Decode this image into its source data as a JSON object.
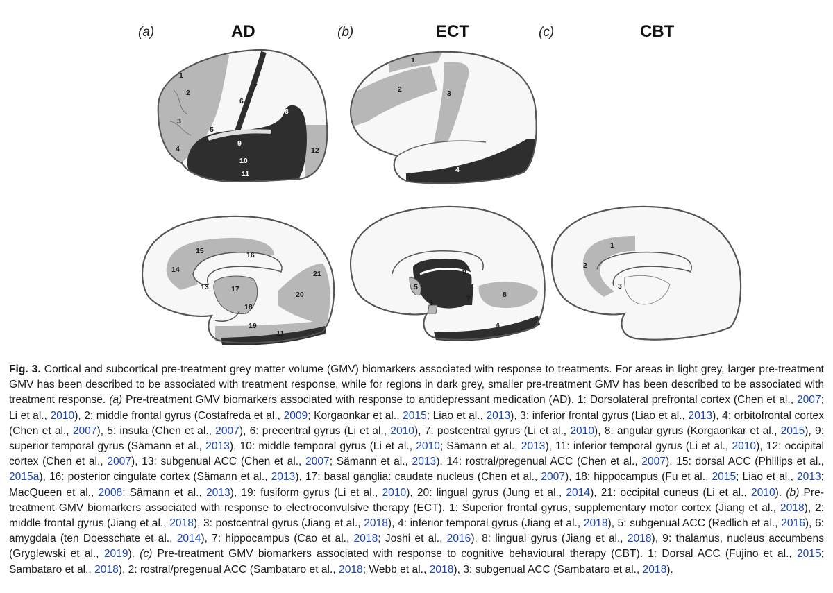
{
  "panels": [
    {
      "letter": "(a)",
      "title": "AD"
    },
    {
      "letter": "(b)",
      "title": "ECT"
    },
    {
      "letter": "(c)",
      "title": "CBT"
    }
  ],
  "region_labels": {
    "ad_lateral": [
      "1",
      "2",
      "3",
      "4",
      "5",
      "6",
      "7",
      "8",
      "9",
      "10",
      "11",
      "12"
    ],
    "ad_medial": [
      "14",
      "15",
      "16",
      "13",
      "17",
      "18",
      "19",
      "11",
      "20",
      "21"
    ],
    "ect_lateral": [
      "1",
      "2",
      "3",
      "4"
    ],
    "ect_medial": [
      "5",
      "6",
      "7",
      "8",
      "9",
      "4"
    ],
    "cbt_medial": [
      "1",
      "2",
      "3"
    ]
  },
  "colors": {
    "light_grey": "#b7b7b7",
    "dark_grey": "#2e2e2e",
    "outline": "#555555",
    "link": "#1a45b8"
  },
  "caption": {
    "fig_label": "Fig. 3.",
    "segments": [
      {
        "t": " Cortical and subcortical pre-treatment grey matter volume (GMV) biomarkers associated with response to treatments. For areas in light grey, larger pre-treatment GMV has been described to be associated with treatment response, while for regions in dark grey, smaller pre-treatment GMV has been described to be associated with treatment response. "
      },
      {
        "t": "(a)",
        "i": true
      },
      {
        "t": " Pre-treatment GMV biomarkers associated with response to antidepressant medication (AD). 1: Dorsolateral prefrontal cortex (Chen et al., "
      },
      {
        "t": "2007",
        "l": true
      },
      {
        "t": "; Li et al., "
      },
      {
        "t": "2010",
        "l": true
      },
      {
        "t": "), 2: middle frontal gyrus (Costafreda et al., "
      },
      {
        "t": "2009",
        "l": true
      },
      {
        "t": "; Korgaonkar et al., "
      },
      {
        "t": "2015",
        "l": true
      },
      {
        "t": "; Liao et al., "
      },
      {
        "t": "2013",
        "l": true
      },
      {
        "t": "), 3: inferior frontal gyrus (Liao et al., "
      },
      {
        "t": "2013",
        "l": true
      },
      {
        "t": "), 4: orbitofrontal cortex (Chen et al., "
      },
      {
        "t": "2007",
        "l": true
      },
      {
        "t": "), 5: insula (Chen et al., "
      },
      {
        "t": "2007",
        "l": true
      },
      {
        "t": "), 6: precentral gyrus (Li et al., "
      },
      {
        "t": "2010",
        "l": true
      },
      {
        "t": "), 7: postcentral gyrus (Li et al., "
      },
      {
        "t": "2010",
        "l": true
      },
      {
        "t": "), 8: angular gyrus (Korgaonkar et al., "
      },
      {
        "t": "2015",
        "l": true
      },
      {
        "t": "), 9: superior temporal gyrus (Sämann et al., "
      },
      {
        "t": "2013",
        "l": true
      },
      {
        "t": "), 10: middle temporal gyrus (Li et al., "
      },
      {
        "t": "2010",
        "l": true
      },
      {
        "t": "; Sämann et al., "
      },
      {
        "t": "2013",
        "l": true
      },
      {
        "t": "), 11: inferior temporal gyrus (Li et al., "
      },
      {
        "t": "2010",
        "l": true
      },
      {
        "t": "), 12: occipital cortex (Chen et al., "
      },
      {
        "t": "2007",
        "l": true
      },
      {
        "t": "), 13: subgenual ACC (Chen et al., "
      },
      {
        "t": "2007",
        "l": true
      },
      {
        "t": "; Sämann et al., "
      },
      {
        "t": "2013",
        "l": true
      },
      {
        "t": "), 14: rostral/pregenual ACC (Chen et al., "
      },
      {
        "t": "2007",
        "l": true
      },
      {
        "t": "), 15: dorsal ACC (Phillips et al., "
      },
      {
        "t": "2015a",
        "l": true
      },
      {
        "t": "), 16: posterior cingulate cortex (Sämann et al., "
      },
      {
        "t": "2013",
        "l": true
      },
      {
        "t": "), 17: basal ganglia: caudate nucleus (Chen et al., "
      },
      {
        "t": "2007",
        "l": true
      },
      {
        "t": "), 18: hippocampus (Fu et al., "
      },
      {
        "t": "2015",
        "l": true
      },
      {
        "t": "; Liao et al., "
      },
      {
        "t": "2013",
        "l": true
      },
      {
        "t": "; MacQueen et al., "
      },
      {
        "t": "2008",
        "l": true
      },
      {
        "t": "; Sämann et al., "
      },
      {
        "t": "2013",
        "l": true
      },
      {
        "t": "), 19: fusiform gyrus (Li et al., "
      },
      {
        "t": "2010",
        "l": true
      },
      {
        "t": "), 20: lingual gyrus (Jung et al., "
      },
      {
        "t": "2014",
        "l": true
      },
      {
        "t": "), 21: occipital cuneus (Li et al., "
      },
      {
        "t": "2010",
        "l": true
      },
      {
        "t": "). "
      },
      {
        "t": "(b)",
        "i": true
      },
      {
        "t": " Pre-treatment GMV biomarkers associated with response to electroconvulsive therapy (ECT). 1: Superior frontal gyrus, supplementary motor cortex (Jiang et al., "
      },
      {
        "t": "2018",
        "l": true
      },
      {
        "t": "), 2: middle frontal gyrus (Jiang et al., "
      },
      {
        "t": "2018",
        "l": true
      },
      {
        "t": "), 3: postcentral gyrus (Jiang et al., "
      },
      {
        "t": "2018",
        "l": true
      },
      {
        "t": "), 4: inferior temporal gyrus (Jiang et al., "
      },
      {
        "t": "2018",
        "l": true
      },
      {
        "t": "), 5: subgenual ACC (Redlich et al., "
      },
      {
        "t": "2016",
        "l": true
      },
      {
        "t": "), 6: amygdala (ten Doesschate et al., "
      },
      {
        "t": "2014",
        "l": true
      },
      {
        "t": "), 7: hippocampus (Cao et al., "
      },
      {
        "t": "2018",
        "l": true
      },
      {
        "t": "; Joshi et al., "
      },
      {
        "t": "2016",
        "l": true
      },
      {
        "t": "), 8: lingual gyrus (Jiang et al., "
      },
      {
        "t": "2018",
        "l": true
      },
      {
        "t": "), 9: thalamus, nucleus accumbens (Gryglewski et al., "
      },
      {
        "t": "2019",
        "l": true
      },
      {
        "t": "). "
      },
      {
        "t": "(c)",
        "i": true
      },
      {
        "t": " Pre-treatment GMV biomarkers associated with response to cognitive behavioural therapy (CBT). 1: Dorsal ACC (Fujino et al., "
      },
      {
        "t": "2015",
        "l": true
      },
      {
        "t": "; Sambataro et al., "
      },
      {
        "t": "2018",
        "l": true
      },
      {
        "t": "), 2: rostral/pregenual ACC (Sambataro et al., "
      },
      {
        "t": "2018",
        "l": true
      },
      {
        "t": "; Webb et al., "
      },
      {
        "t": "2018",
        "l": true
      },
      {
        "t": "), 3: subgenual ACC (Sambataro et al., "
      },
      {
        "t": "2018",
        "l": true
      },
      {
        "t": ")."
      }
    ]
  }
}
